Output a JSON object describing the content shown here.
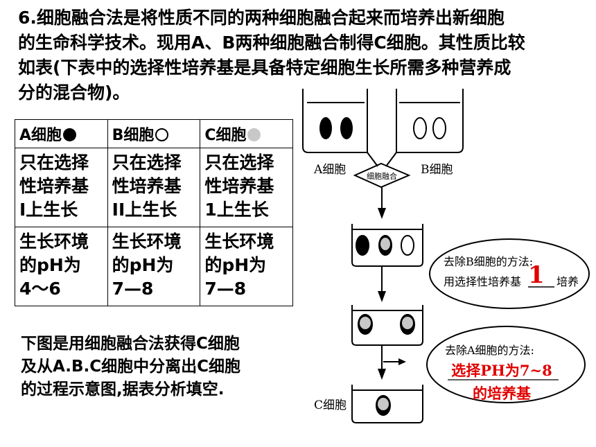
{
  "question": {
    "lines": [
      "6.细胞融合法是将性质不同的两种细胞融合起来而培养出新细胞",
      "的生命科学技术。现用A、B两种细胞融合制得C细胞。其性质比较",
      "如表(下表中的选择性培养基是具备特定细胞生长所需多种营养成",
      "分的混合物)。"
    ]
  },
  "table": {
    "headers": [
      "A细胞",
      "B细胞",
      "C细胞"
    ],
    "rows": [
      [
        [
          "只在选择",
          "性培养基",
          "I上生长"
        ],
        [
          "只在选择",
          "性培养基",
          "II上生长"
        ],
        [
          "只在选择",
          "性培养基",
          "1上生长"
        ]
      ],
      [
        [
          "生长环境",
          "的pH为",
          "4～6"
        ],
        [
          "生长环境",
          "的pH为",
          "7—8"
        ],
        [
          "生长环境",
          "的pH为",
          "7—8"
        ]
      ]
    ]
  },
  "below_text": {
    "lines": [
      "下图是用细胞融合法获得C细胞",
      "及从A.B.C细胞中分离出C细胞",
      "的过程示意图,据表分析填空."
    ]
  },
  "diagram": {
    "a_label": "A细胞",
    "b_label": "B细胞",
    "fusion_label": "细胞融合",
    "c_label": "C细胞",
    "callout1": {
      "line1": "去除B细胞的方法:",
      "line2_prefix": "用选择性培养基",
      "line2_suffix": "培养",
      "answer": "1"
    },
    "callout2": {
      "line1": "去除A细胞的方法:",
      "answer_line1": "选择PH为7~8",
      "answer_line2": "的培养基"
    }
  },
  "colors": {
    "answer_red": "#e00000",
    "grey_cell": "#c8c8c8",
    "text": "#000000"
  }
}
